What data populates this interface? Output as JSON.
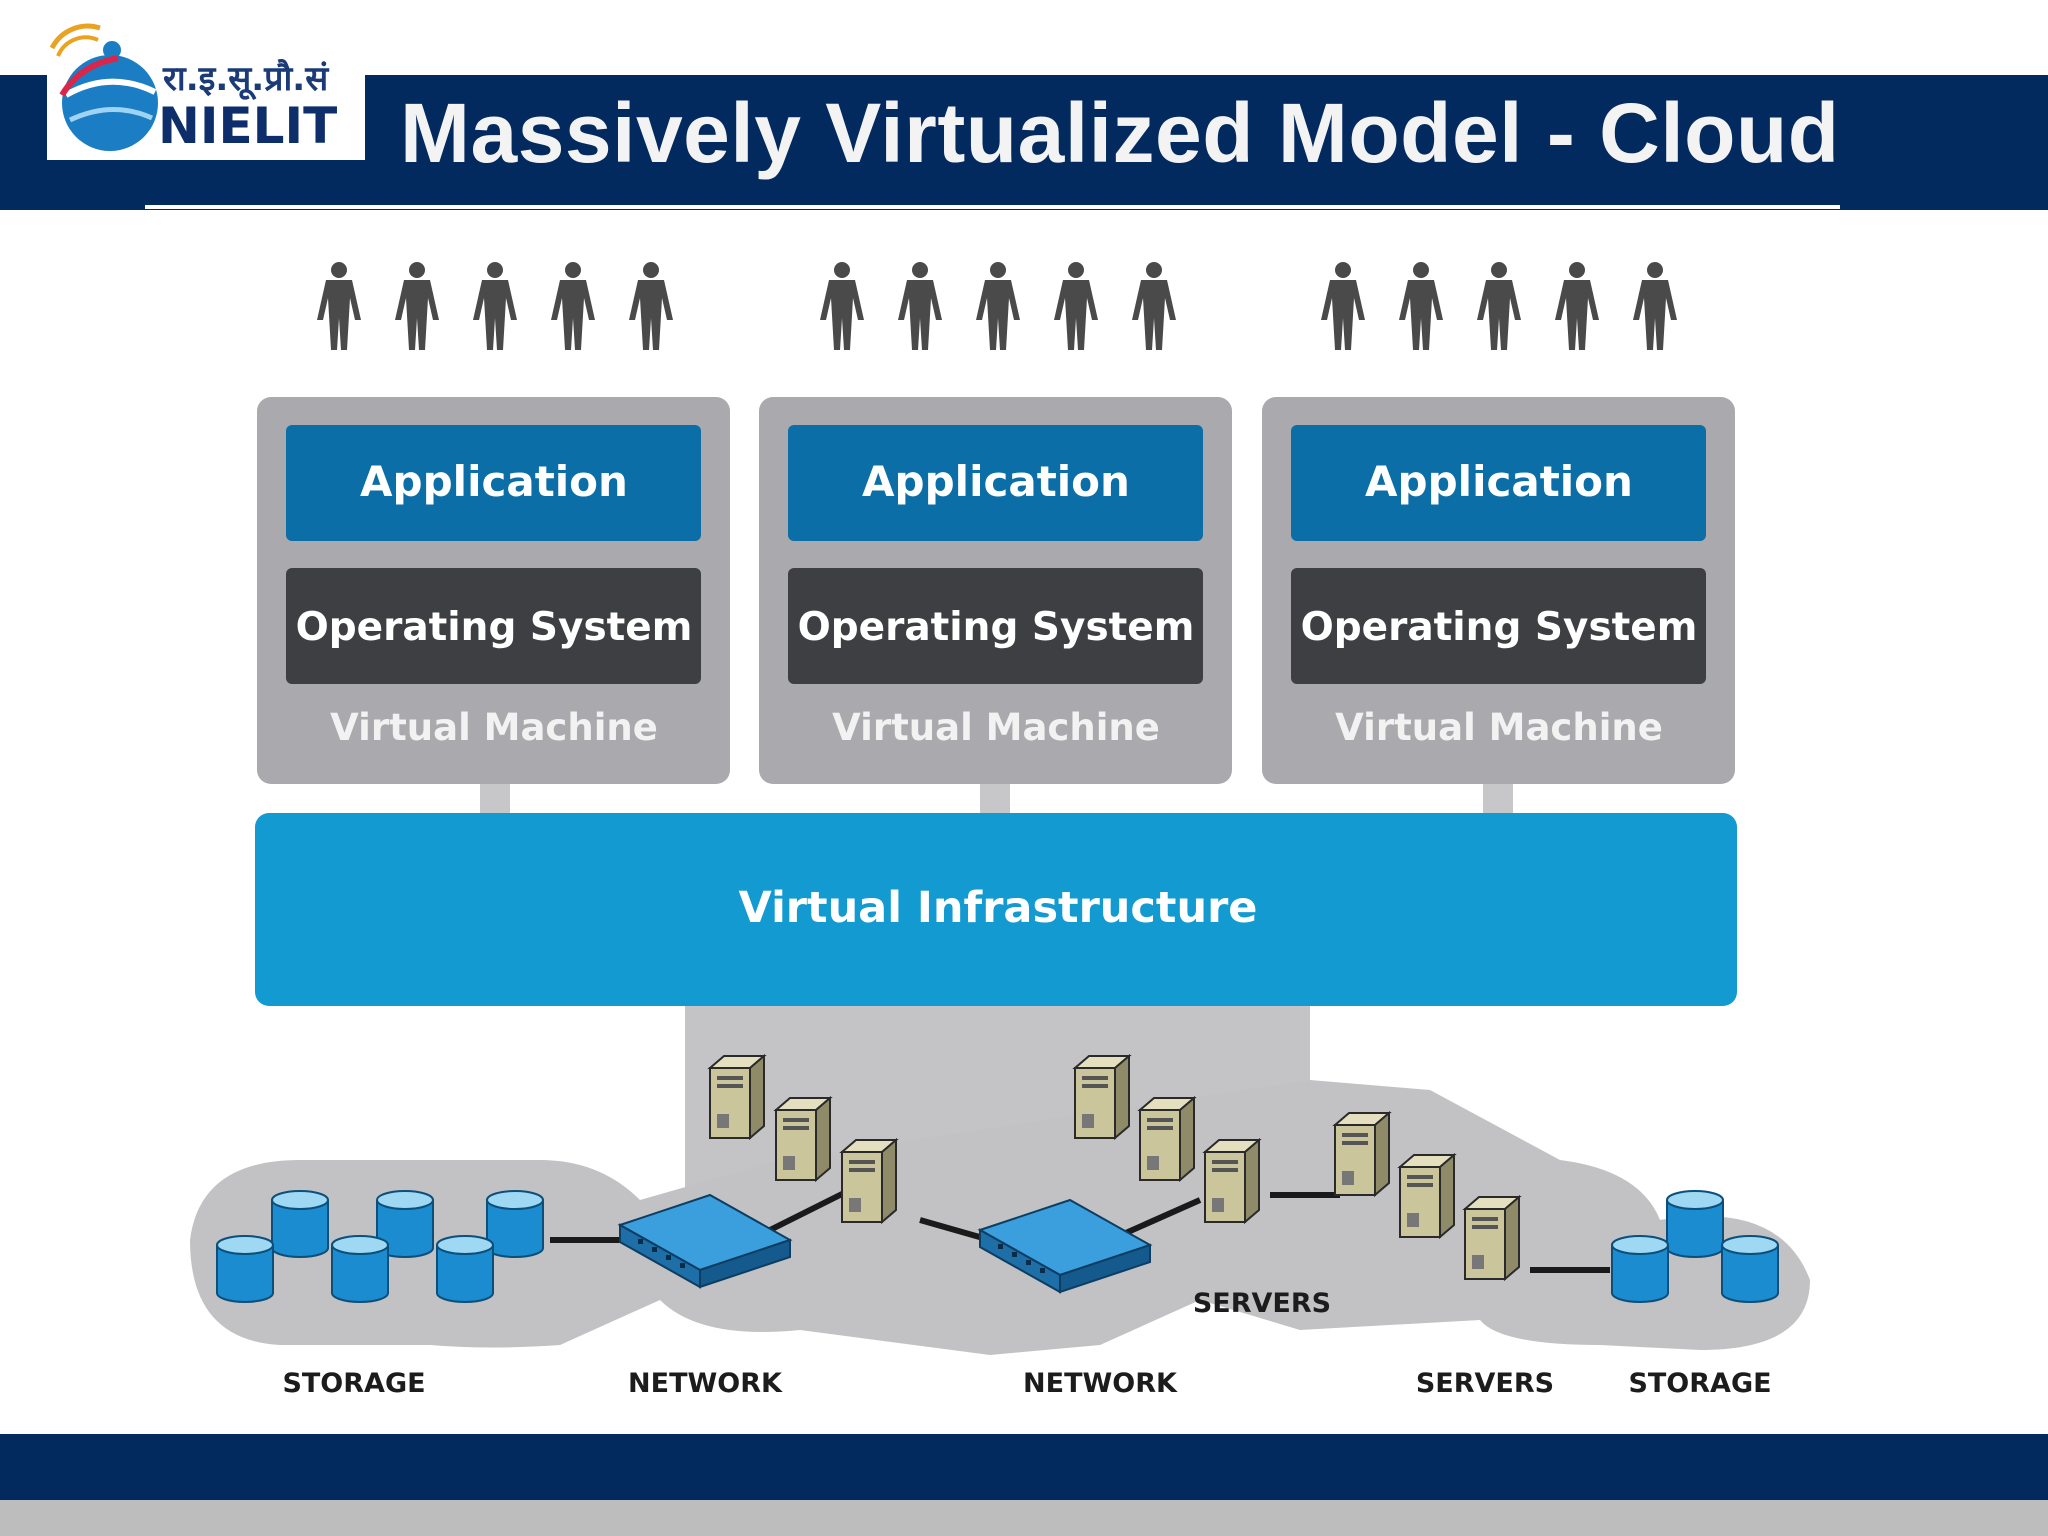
{
  "header": {
    "title": "Massively Virtualized Model - Cloud",
    "logo_hindi": "रा.इ.सू.प्रौ.सं",
    "logo_name": "NIELIT"
  },
  "vms": [
    {
      "app": "Application",
      "os": "Operating System",
      "vm": "Virtual Machine"
    },
    {
      "app": "Application",
      "os": "Operating System",
      "vm": "Virtual Machine"
    },
    {
      "app": "Application",
      "os": "Operating System",
      "vm": "Virtual Machine"
    }
  ],
  "infrastructure": "Virtual Infrastructure",
  "hardware_labels": {
    "storage_left": "STORAGE",
    "network_left": "NETWORK",
    "network_center": "NETWORK",
    "servers_center": "SERVERS",
    "servers_right": "SERVERS",
    "storage_right": "STORAGE"
  },
  "colors": {
    "navy": "#022a5f",
    "app_blue": "#0b6ea6",
    "os_dark": "#3d3f43",
    "vm_gray": "#aaaaae",
    "infra_blue": "#139ad1",
    "person": "#4a4a4a",
    "server_beige": "#c9c39a",
    "storage_blue": "#1e8fcf"
  }
}
